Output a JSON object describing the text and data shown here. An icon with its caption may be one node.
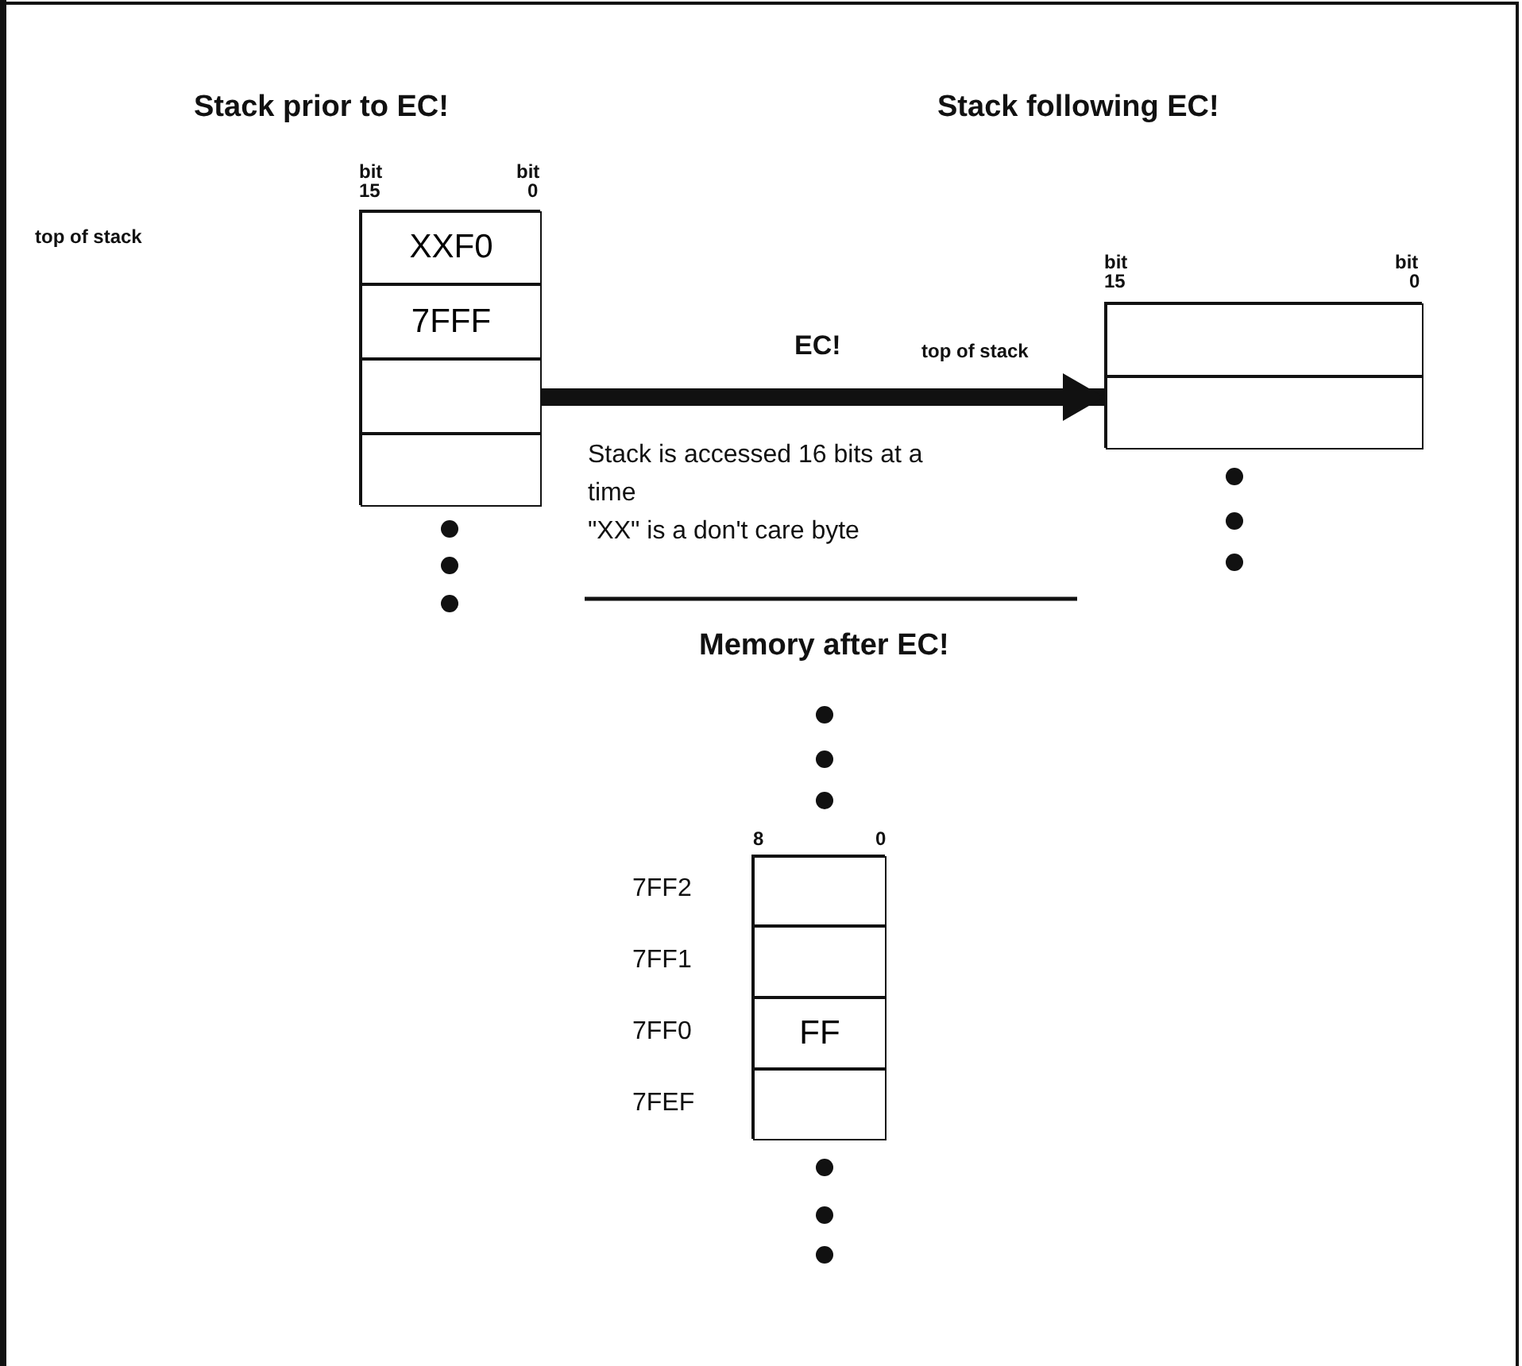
{
  "diagram": {
    "nodes": [
      {
        "text": [],
        "shape": "box"
      },
      {
        "text": [
          "XXF0"
        ],
        "in": 0
      },
      {
        "text": [
          "7FFF"
        ],
        "in": 0
      },
      {
        "text": [],
        "shape": "box",
        "in": 0
      },
      {
        "text": [],
        "shape": "box",
        "in": 0
      },
      {
        "text": [],
        "shape": "box"
      },
      {
        "text": [],
        "shape": "box",
        "in": 5
      },
      {
        "text": [],
        "shape": "box",
        "in": 5
      },
      {
        "text": [],
        "shape": "box"
      },
      {
        "text": [],
        "shape": "box",
        "in": 8
      },
      {
        "text": [],
        "shape": "box",
        "in": 8
      },
      {
        "text": [
          "FF"
        ],
        "in": 8
      },
      {
        "text": [],
        "shape": "box",
        "in": 8
      }
    ],
    "edges": [
      {
        "from": 0,
        "to": 5,
        "arrow": "to",
        "label": "EC!"
      }
    ],
    "labels": [
      "Stack prior to EC!",
      "Stack following EC!",
      "bit",
      "bit",
      "15",
      "0",
      "top of stack",
      "bit",
      "bit",
      "15",
      "0",
      "top of stack",
      "Stack is accessed 16 bits at a time",
      "\"XX\" is a don't care byte",
      "Memory after EC!",
      "8",
      "0",
      "7FF2",
      "7FF1",
      "7FF0",
      "7FEF"
    ]
  }
}
